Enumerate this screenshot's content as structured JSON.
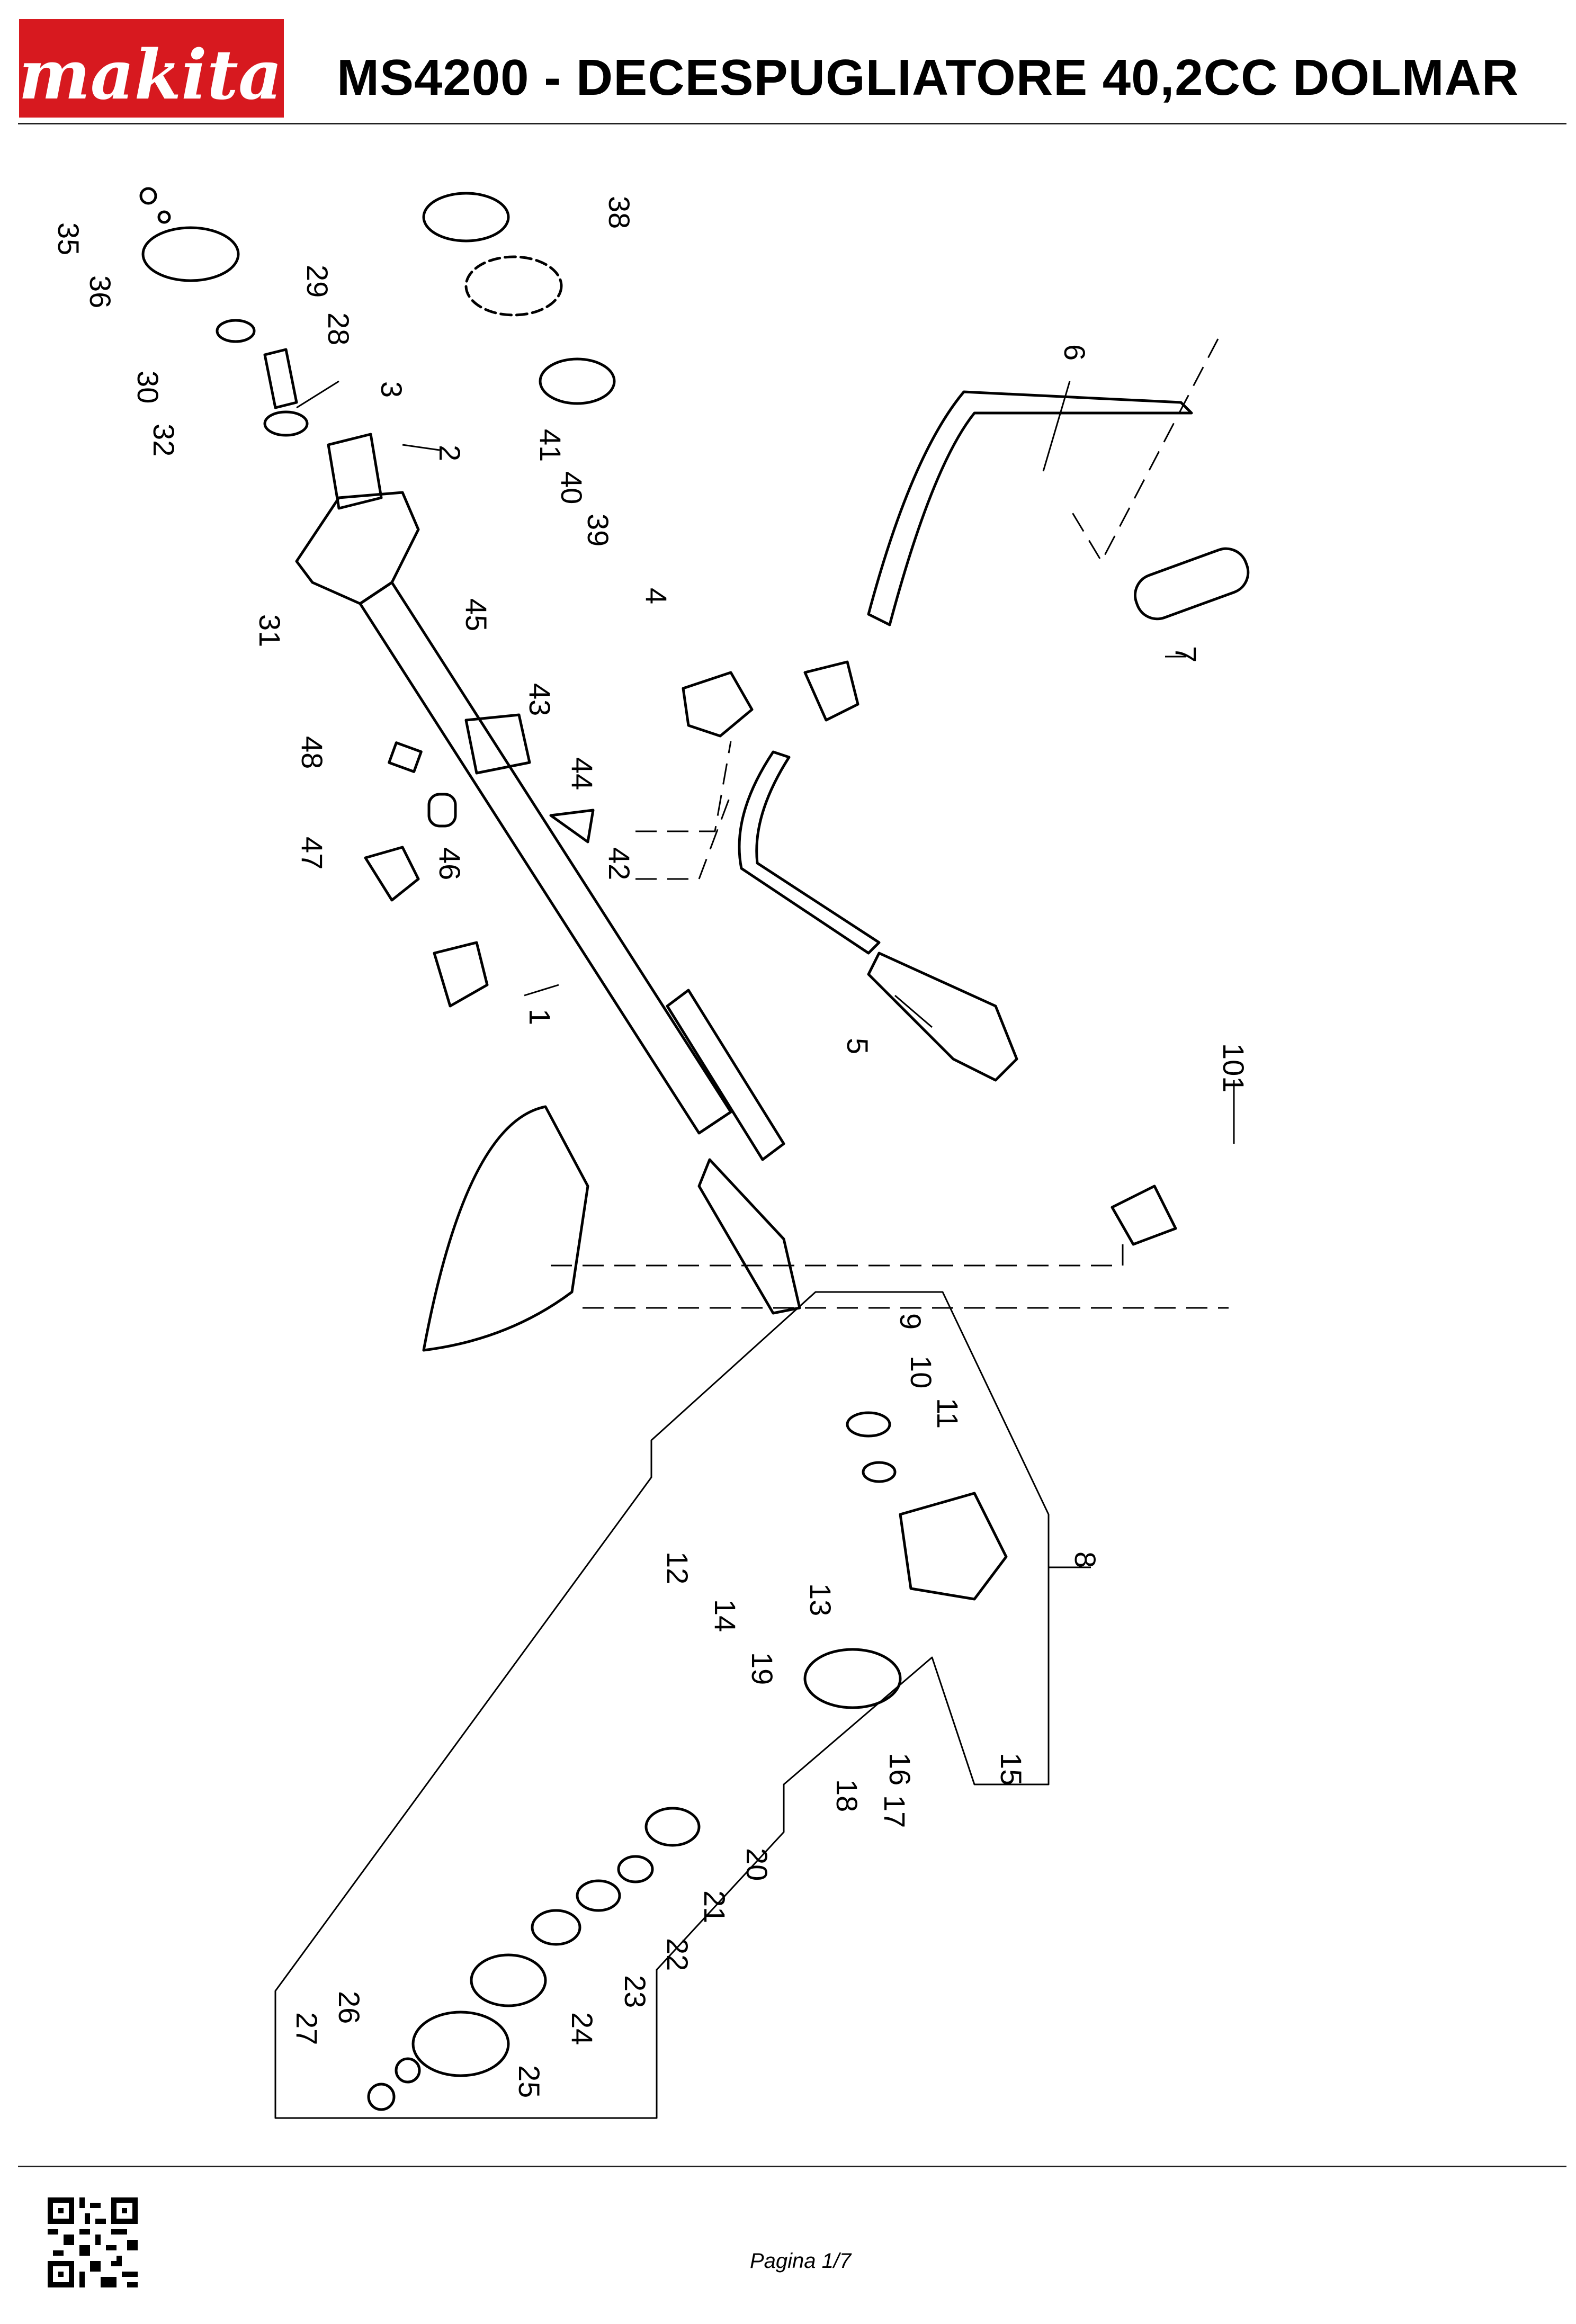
{
  "header": {
    "brand": "makita",
    "title": "MS4200 - DECESPUGLIATORE 40,2CC DOLMAR"
  },
  "diagram": {
    "part_numbers": [
      "1",
      "2",
      "3",
      "4",
      "5",
      "6",
      "7",
      "8",
      "9",
      "10",
      "11",
      "12",
      "13",
      "14",
      "15",
      "16",
      "17",
      "18",
      "19",
      "20",
      "21",
      "22",
      "23",
      "24",
      "25",
      "26",
      "27",
      "28",
      "29",
      "30",
      "31",
      "32",
      "35",
      "36",
      "38",
      "39",
      "40",
      "41",
      "42",
      "43",
      "44",
      "45",
      "46",
      "47",
      "48",
      "101"
    ]
  },
  "footer": {
    "page_label": "Pagina 1/7"
  },
  "colors": {
    "brand_red": "#d7191f",
    "ink": "#000000"
  }
}
